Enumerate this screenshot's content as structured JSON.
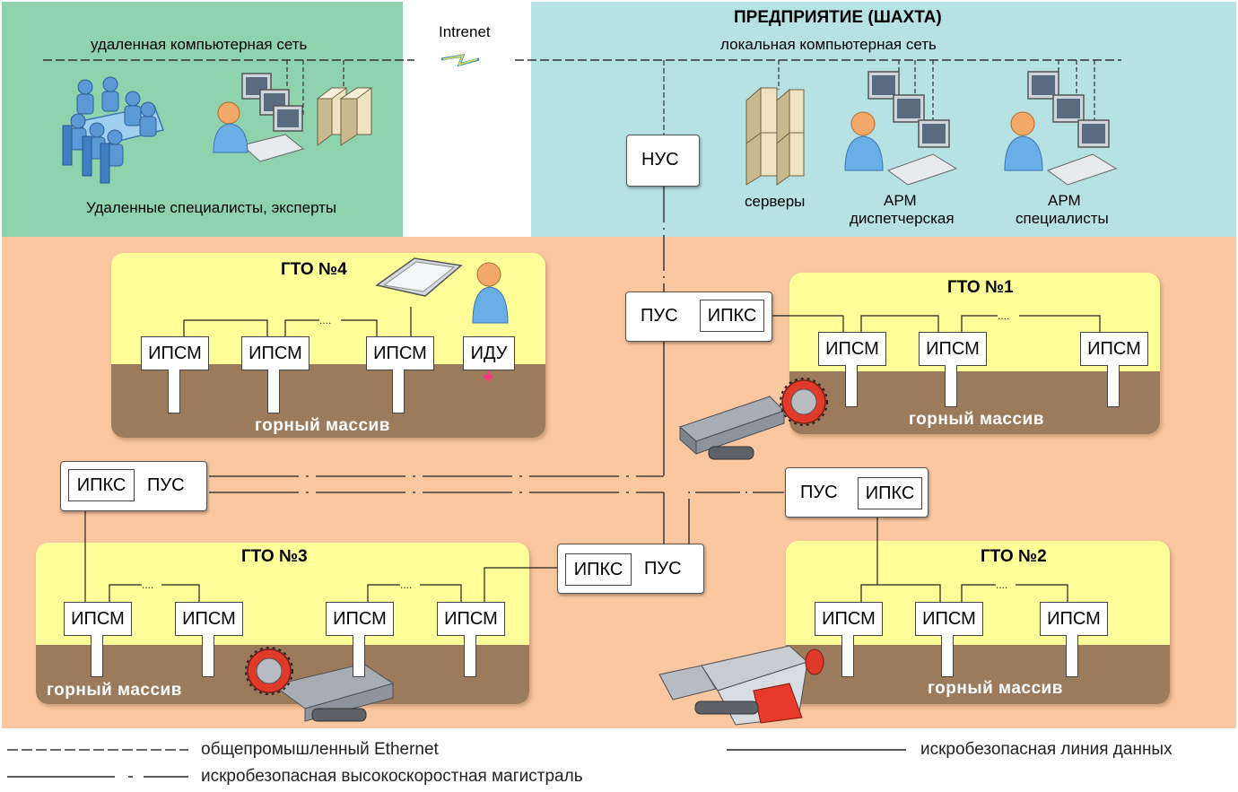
{
  "zones": {
    "remote_network_label": "удаленная компьютерная сеть",
    "remote_specialists_label": "Удаленные специалисты, эксперты",
    "internet_label": "Intrenet",
    "enterprise_title": "ПРЕДПРИЯТИЕ (ШАХТА)",
    "local_network_label": "локальная компьютерная сеть",
    "servers_label": "серверы",
    "arm_dispatch_line1": "АРМ",
    "arm_dispatch_line2": "диспетчерская",
    "arm_specialists_line1": "АРМ",
    "arm_specialists_line2": "специалисты"
  },
  "nodes": {
    "nus": "НУС",
    "pus": "ПУС",
    "ipks": "ИПКС",
    "ipsm": "ИПСМ",
    "idu": "ИДУ",
    "ellipsis": "...."
  },
  "gto": {
    "gto1": "ГТО №1",
    "gto2": "ГТО №2",
    "gto3": "ГТО №3",
    "gto4": "ГТО №4",
    "rock": "горный массив"
  },
  "legend": {
    "ethernet": "общепромышленный Ethernet",
    "data_line": "искробезопасная линия данных",
    "backbone": "искробезопасная высокоскоростная магистраль"
  },
  "colors": {
    "remote_zone": "#8fd3ae",
    "enterprise_zone": "#b6e2e4",
    "mine_zone": "#fac7a1",
    "gto_panel": "#ffff99",
    "rock": "#9b7b5c"
  }
}
